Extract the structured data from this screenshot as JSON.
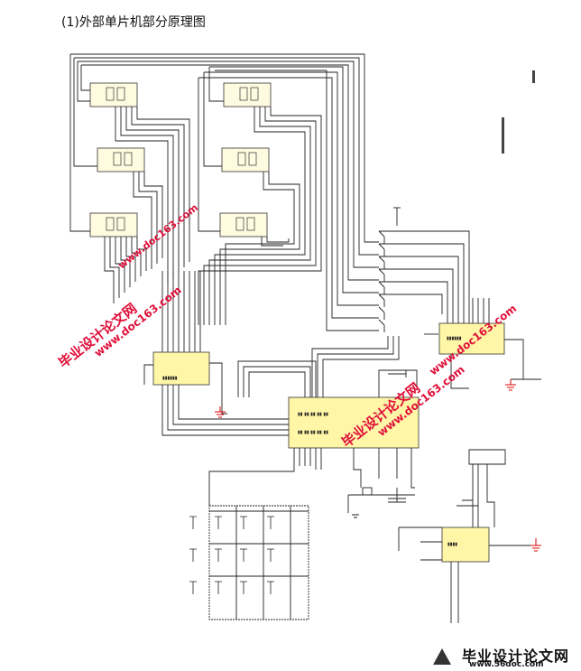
{
  "title": "(1)外部单片机部分原理图",
  "watermark": {
    "text": "毕业设计论文网",
    "url": "www.doc163.com"
  },
  "footer": {
    "title": "毕业设计论文网",
    "url": "www.56doc.com"
  },
  "colors": {
    "chip_fill": "#fff6a8",
    "watermark": "#e0103a",
    "ground": "#d00000"
  }
}
